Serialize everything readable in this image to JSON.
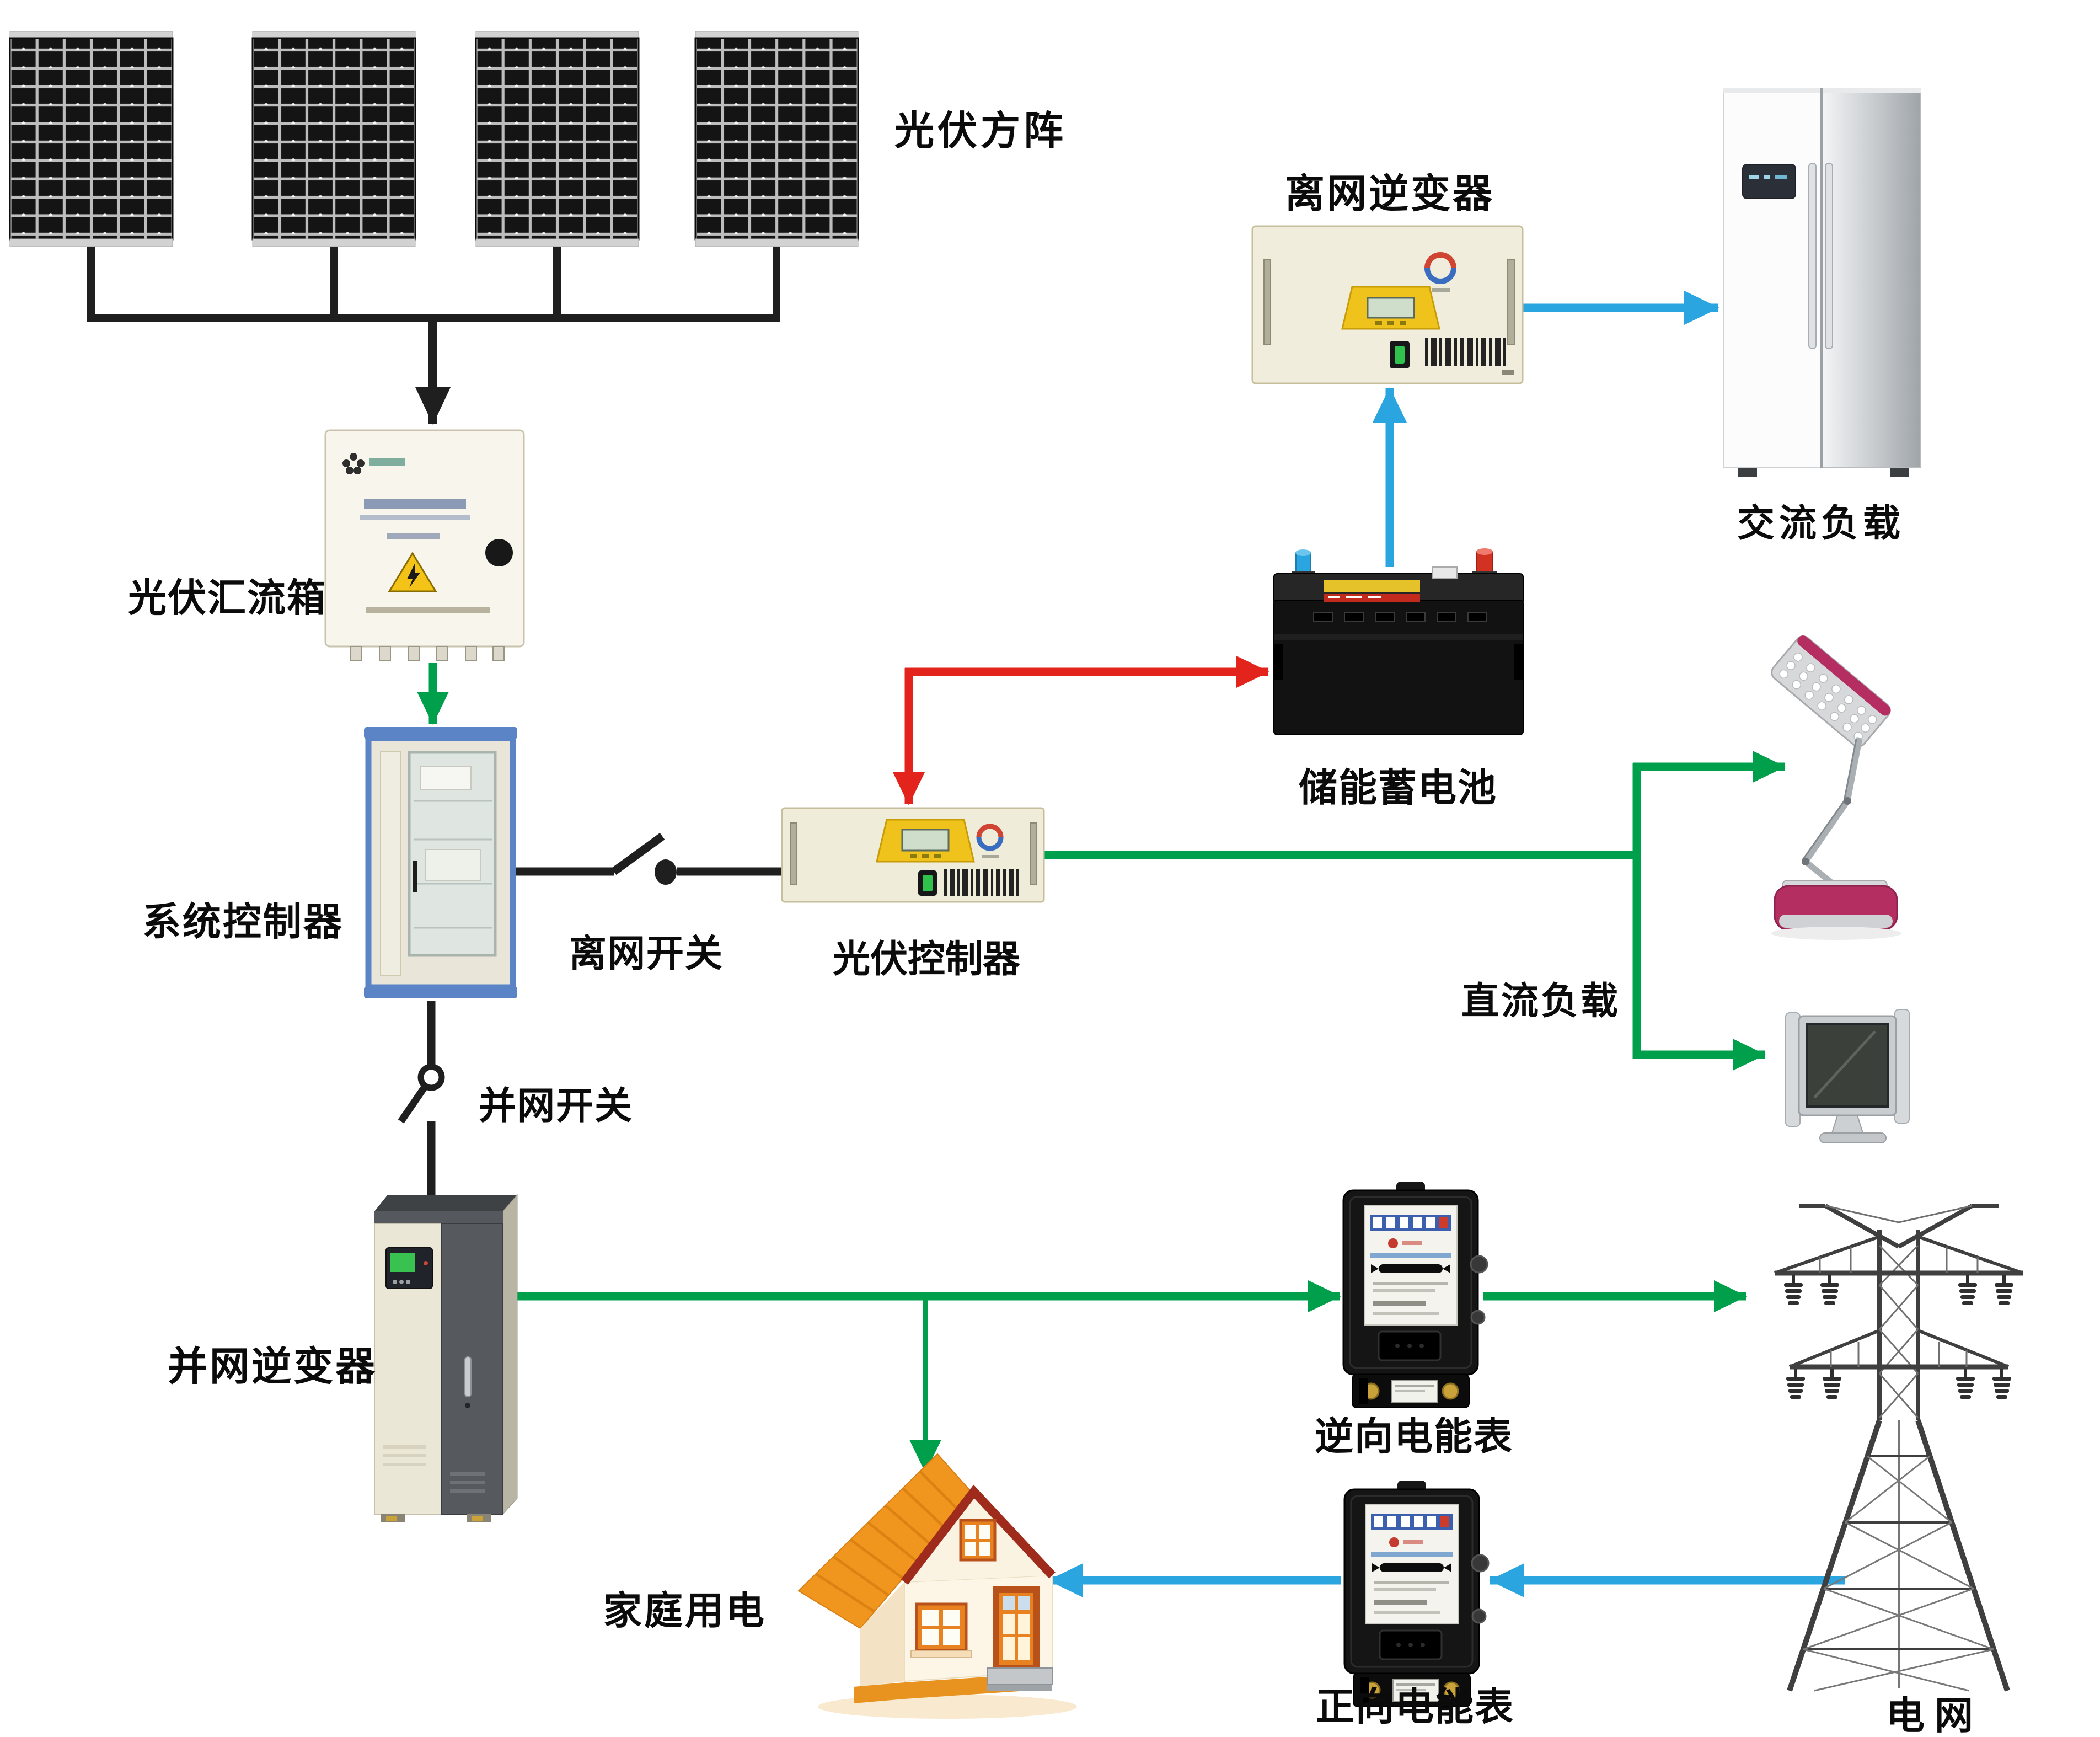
{
  "colors": {
    "dc_green": "#009F4C",
    "charge_red": "#E2241C",
    "ac_blue": "#2AA5E0",
    "wire_black": "#1F1F1F",
    "label_black": "#0B0B0B"
  },
  "components": {
    "pv_array": {
      "label": "光伏方阵"
    },
    "combiner_box": {
      "label": "光伏汇流箱"
    },
    "system_controller": {
      "label": "系统控制器"
    },
    "off_grid_switch": {
      "label": "离网开关"
    },
    "pv_controller": {
      "label": "光伏控制器"
    },
    "storage_battery": {
      "label": "储能蓄电池"
    },
    "off_grid_inverter": {
      "label": "离网逆变器"
    },
    "ac_load": {
      "label": "交流负载"
    },
    "dc_load": {
      "label": "直流负载"
    },
    "grid_tie_switch": {
      "label": "并网开关"
    },
    "grid_tie_inverter": {
      "label": "并网逆变器"
    },
    "home_power": {
      "label": "家庭用电"
    },
    "reverse_meter": {
      "label": "逆向电能表"
    },
    "forward_meter": {
      "label": "正向电能表"
    },
    "power_grid": {
      "label": "电网"
    }
  },
  "connections": [
    {
      "from": "pv_array",
      "to": "combiner_box",
      "color": "black"
    },
    {
      "from": "combiner_box",
      "to": "system_controller",
      "color": "green"
    },
    {
      "from": "system_controller",
      "to": "pv_controller",
      "via": "off_grid_switch",
      "color": "black"
    },
    {
      "from": "pv_controller",
      "to": "storage_battery",
      "color": "red",
      "bidirectional": true
    },
    {
      "from": "pv_controller",
      "to": "dc_load",
      "color": "green",
      "targets": [
        "lamp",
        "tv"
      ]
    },
    {
      "from": "storage_battery",
      "to": "off_grid_inverter",
      "color": "blue"
    },
    {
      "from": "off_grid_inverter",
      "to": "ac_load",
      "color": "blue"
    },
    {
      "from": "system_controller",
      "to": "grid_tie_inverter",
      "via": "grid_tie_switch",
      "color": "black"
    },
    {
      "from": "grid_tie_inverter",
      "to": "reverse_meter",
      "color": "green"
    },
    {
      "from": "grid_tie_inverter",
      "to": "home_power",
      "color": "green"
    },
    {
      "from": "reverse_meter",
      "to": "power_grid",
      "color": "green"
    },
    {
      "from": "power_grid",
      "to": "forward_meter",
      "color": "blue"
    },
    {
      "from": "forward_meter",
      "to": "home_power",
      "color": "blue"
    }
  ]
}
